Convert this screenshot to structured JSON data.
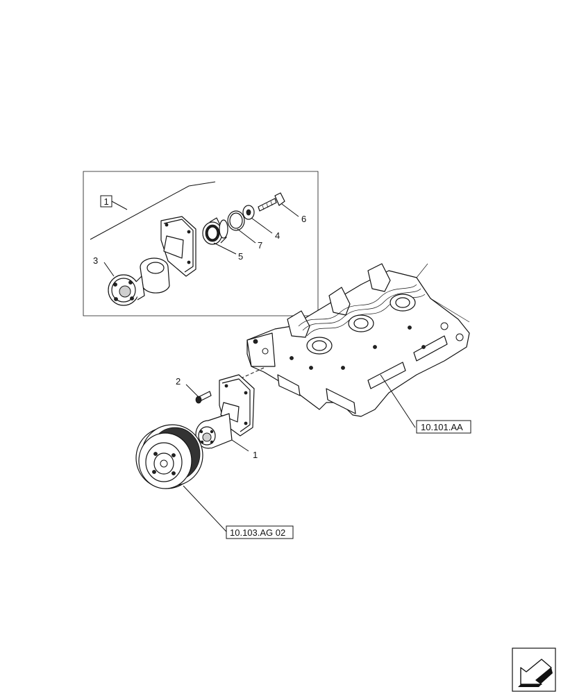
{
  "callouts": {
    "kit_ref": "1",
    "item_1": "1",
    "item_2": "2",
    "item_3": "3",
    "item_4": "4",
    "item_5": "5",
    "item_6": "6",
    "item_7": "7"
  },
  "references": {
    "cylinder_head": "10.101.AA",
    "pulley": "10.103.AG 02"
  },
  "icons": {
    "nav": "navigation-arrow-icon"
  }
}
